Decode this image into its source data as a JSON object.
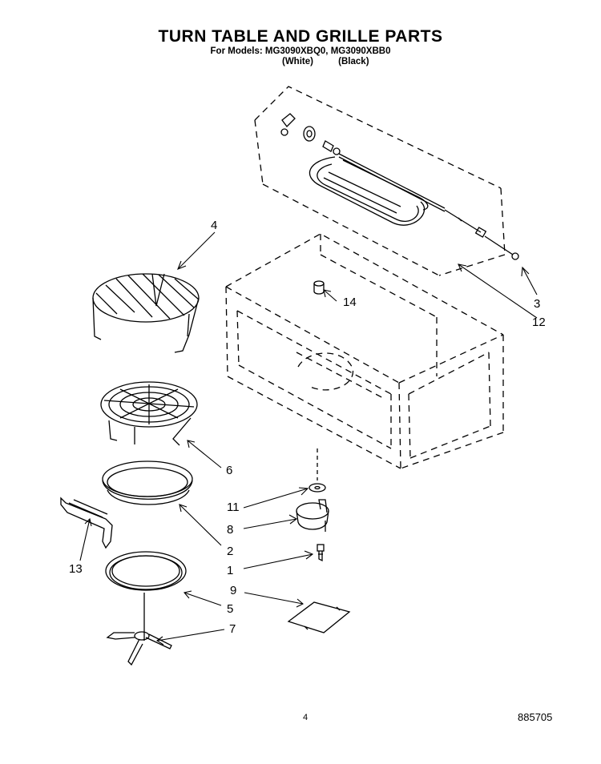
{
  "header": {
    "title": "TURN TABLE AND GRILLE PARTS",
    "models_line": "For Models: MG3090XBQ0, MG3090XBB0",
    "variant_white": "(White)",
    "variant_black": "(Black)"
  },
  "callouts": {
    "c1": "1",
    "c2": "2",
    "c3": "3",
    "c4": "4",
    "c5": "5",
    "c6": "6",
    "c7": "7",
    "c8": "8",
    "c9": "9",
    "c11": "11",
    "c12": "12",
    "c13": "13",
    "c14": "14"
  },
  "footer": {
    "page_number": "4",
    "doc_number": "885705"
  }
}
